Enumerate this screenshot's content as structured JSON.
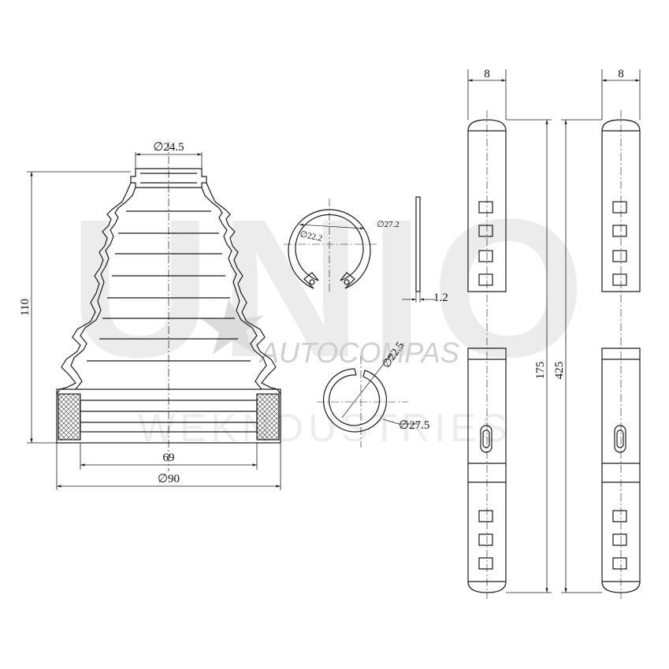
{
  "watermark": {
    "brand_big": "UNIO",
    "brand": "AUTOCOMPAS",
    "sub": "WEKNDUSTRIES"
  },
  "boot": {
    "top_diameter": "∅24.5",
    "height": "110",
    "inner_width": "69",
    "outer_diameter": "∅90"
  },
  "circlip": {
    "inner": "∅22.2",
    "outer": "∅27.2",
    "thickness": "1.2"
  },
  "ring": {
    "inner": "∅22.5",
    "outer": "∅27.5"
  },
  "clamp_left": {
    "width": "8",
    "length": "175"
  },
  "clamp_right": {
    "width": "8",
    "length": "425"
  },
  "colors": {
    "line": "#1a1a1a",
    "watermark": "#e6e6e6",
    "hatch": "#555555"
  }
}
